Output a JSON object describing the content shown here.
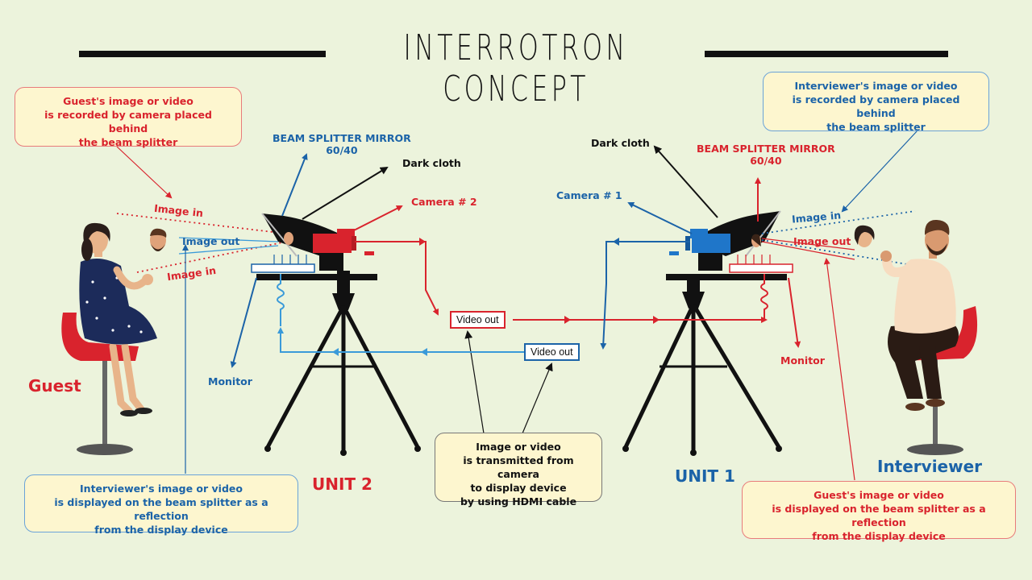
{
  "title": "INTERROTRON CONCEPT",
  "notes": {
    "guest_recorded": [
      "Guest's image or video",
      "is recorded by camera placed behind",
      "the beam splitter"
    ],
    "interviewer_recorded": [
      "Interviewer's image or video",
      "is recorded by camera placed behind",
      "the beam splitter"
    ],
    "interviewer_displayed": [
      "Interviewer's image or video",
      "is displayed on the beam splitter as a reflection",
      "from the display device"
    ],
    "guest_displayed": [
      "Guest's image or video",
      "is displayed on the beam splitter as a reflection",
      "from the display device"
    ],
    "hdmi": [
      "Image or video",
      "is transmitted from camera",
      "to display device",
      "by using HDMI cable"
    ]
  },
  "labels": {
    "beam_splitter_left": [
      "BEAM SPLITTER MIRROR",
      "60/40"
    ],
    "beam_splitter_right": [
      "BEAM SPLITTER MIRROR",
      "60/40"
    ],
    "dark_cloth_left": "Dark cloth",
    "dark_cloth_right": "Dark cloth",
    "camera2": "Camera # 2",
    "camera1": "Camera # 1",
    "image_in": "Image in",
    "image_out": "Image out",
    "monitor": "Monitor",
    "video_out": "Video out",
    "guest": "Guest",
    "interviewer": "Interviewer",
    "unit2": "UNIT 2",
    "unit1": "UNIT 1"
  },
  "colors": {
    "red": "#d9232d",
    "blue": "#1b63a8",
    "light_blue": "#3a9ad9",
    "background": "#ecf3dc",
    "note_fill": "#fdf6cf"
  }
}
